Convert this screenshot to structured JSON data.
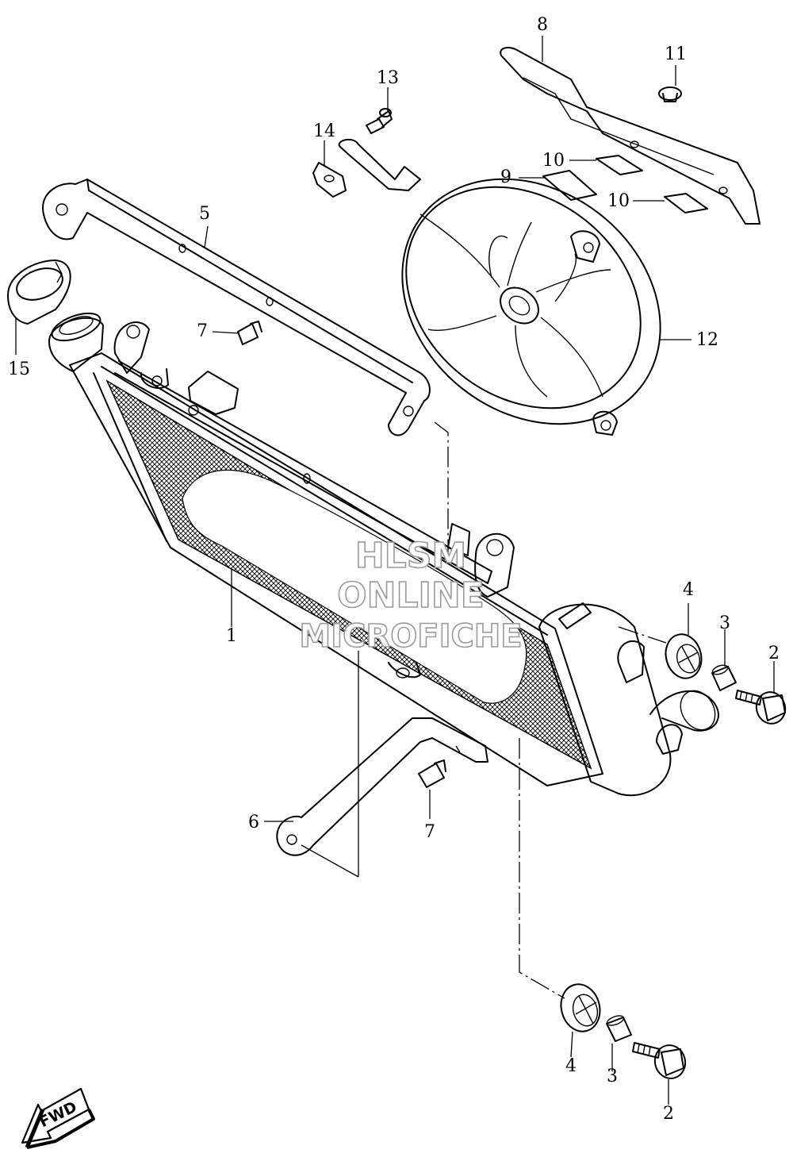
{
  "callouts": [
    {
      "id": "1",
      "label": "1"
    },
    {
      "id": "2a",
      "label": "2"
    },
    {
      "id": "2b",
      "label": "2"
    },
    {
      "id": "3a",
      "label": "3"
    },
    {
      "id": "3b",
      "label": "3"
    },
    {
      "id": "4a",
      "label": "4"
    },
    {
      "id": "4b",
      "label": "4"
    },
    {
      "id": "5",
      "label": "5"
    },
    {
      "id": "6",
      "label": "6"
    },
    {
      "id": "7a",
      "label": "7"
    },
    {
      "id": "7b",
      "label": "7"
    },
    {
      "id": "8",
      "label": "8"
    },
    {
      "id": "9",
      "label": "9"
    },
    {
      "id": "10a",
      "label": "10"
    },
    {
      "id": "10b",
      "label": "10"
    },
    {
      "id": "11",
      "label": "11"
    },
    {
      "id": "12",
      "label": "12"
    },
    {
      "id": "13",
      "label": "13"
    },
    {
      "id": "14",
      "label": "14"
    },
    {
      "id": "15",
      "label": "15"
    }
  ],
  "watermark": {
    "line1": "HLSM",
    "line2": "ONLINE",
    "line3": "MICROFICHE"
  },
  "fwd_badge": {
    "label": "FWD"
  },
  "colors": {
    "line": "#000000",
    "background": "#ffffff",
    "watermark_stroke": "#9a9a9a"
  }
}
